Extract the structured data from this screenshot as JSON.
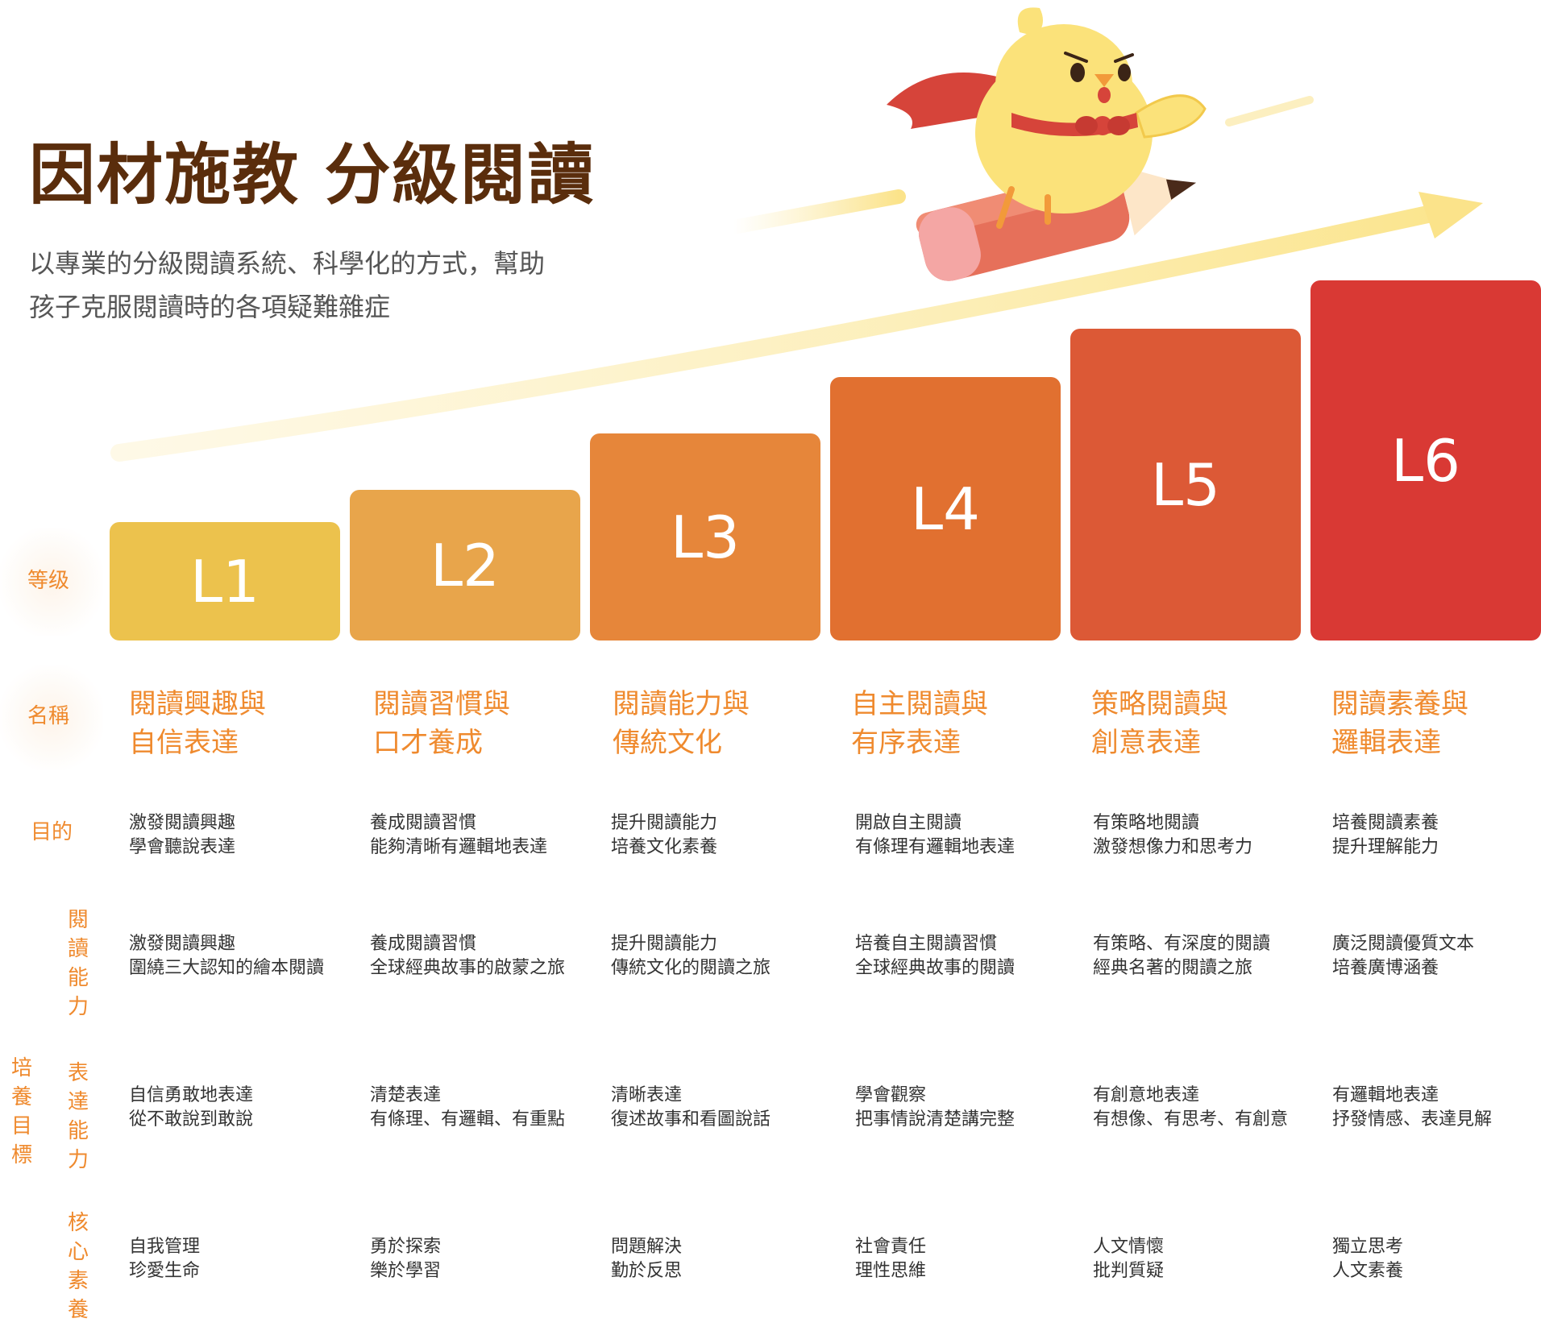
{
  "title": "因材施教 分級閱讀",
  "subtitle_lines": [
    "以專業的分級閱讀系統、科學化的方式，幫助",
    "孩子克服閱讀時的各項疑難雜症"
  ],
  "row_labels": {
    "level": "等级",
    "name": "名稱",
    "purpose": "目的",
    "reading": "閱讀能力",
    "expression": "表達能力",
    "core": "核心素養",
    "goal_group": "培養目標"
  },
  "levels": [
    {
      "label": "L1",
      "color": "#ecc24d",
      "name": [
        "閱讀興趣與",
        "自信表達"
      ],
      "purpose": [
        "激發閱讀興趣",
        "學會聽說表達"
      ],
      "reading": [
        "激發閱讀興趣",
        "圍繞三大認知的繪本閱讀"
      ],
      "expression": [
        "自信勇敢地表達",
        "從不敢說到敢說"
      ],
      "core": [
        "自我管理",
        "珍愛生命"
      ]
    },
    {
      "label": "L2",
      "color": "#e8a54b",
      "name": [
        "閱讀習慣與",
        "口才養成"
      ],
      "purpose": [
        "養成閱讀習慣",
        "能夠清晰有邏輯地表達"
      ],
      "reading": [
        "養成閱讀習慣",
        "全球經典故事的啟蒙之旅"
      ],
      "expression": [
        "清楚表達",
        "有條理、有邏輯、有重點"
      ],
      "core": [
        "勇於探索",
        "樂於學習"
      ]
    },
    {
      "label": "L3",
      "color": "#e6863a",
      "name": [
        "閱讀能力與",
        "傳統文化"
      ],
      "purpose": [
        "提升閱讀能力",
        "培養文化素養"
      ],
      "reading": [
        "提升閱讀能力",
        "傳統文化的閱讀之旅"
      ],
      "expression": [
        "清晰表達",
        "復述故事和看圖說話"
      ],
      "core": [
        "問題解決",
        "勤於反思"
      ]
    },
    {
      "label": "L4",
      "color": "#e17030",
      "name": [
        "自主閱讀與",
        "有序表達"
      ],
      "purpose": [
        "開啟自主閱讀",
        "有條理有邏輯地表達"
      ],
      "reading": [
        "培養自主閱讀習慣",
        "全球經典故事的閱讀"
      ],
      "expression": [
        "學會觀察",
        "把事情說清楚講完整"
      ],
      "core": [
        "社會責任",
        "理性思維"
      ]
    },
    {
      "label": "L5",
      "color": "#dc5936",
      "name": [
        "策略閱讀與",
        "創意表達"
      ],
      "purpose": [
        "有策略地閱讀",
        "激發想像力和思考力"
      ],
      "reading": [
        "有策略、有深度的閱讀",
        "經典名著的閱讀之旅"
      ],
      "expression": [
        "有創意地表達",
        "有想像、有思考、有創意"
      ],
      "core": [
        "人文情懷",
        "批判質疑"
      ]
    },
    {
      "label": "L6",
      "color": "#d93934",
      "name": [
        "閱讀素養與",
        "邏輯表達"
      ],
      "purpose": [
        "培養閱讀素養",
        "提升理解能力"
      ],
      "reading": [
        "廣泛閱讀優質文本",
        "培養廣博涵養"
      ],
      "expression": [
        "有邏輯地表達",
        "抒發情感、表達見解"
      ],
      "core": [
        "獨立思考",
        "人文素養"
      ]
    }
  ]
}
